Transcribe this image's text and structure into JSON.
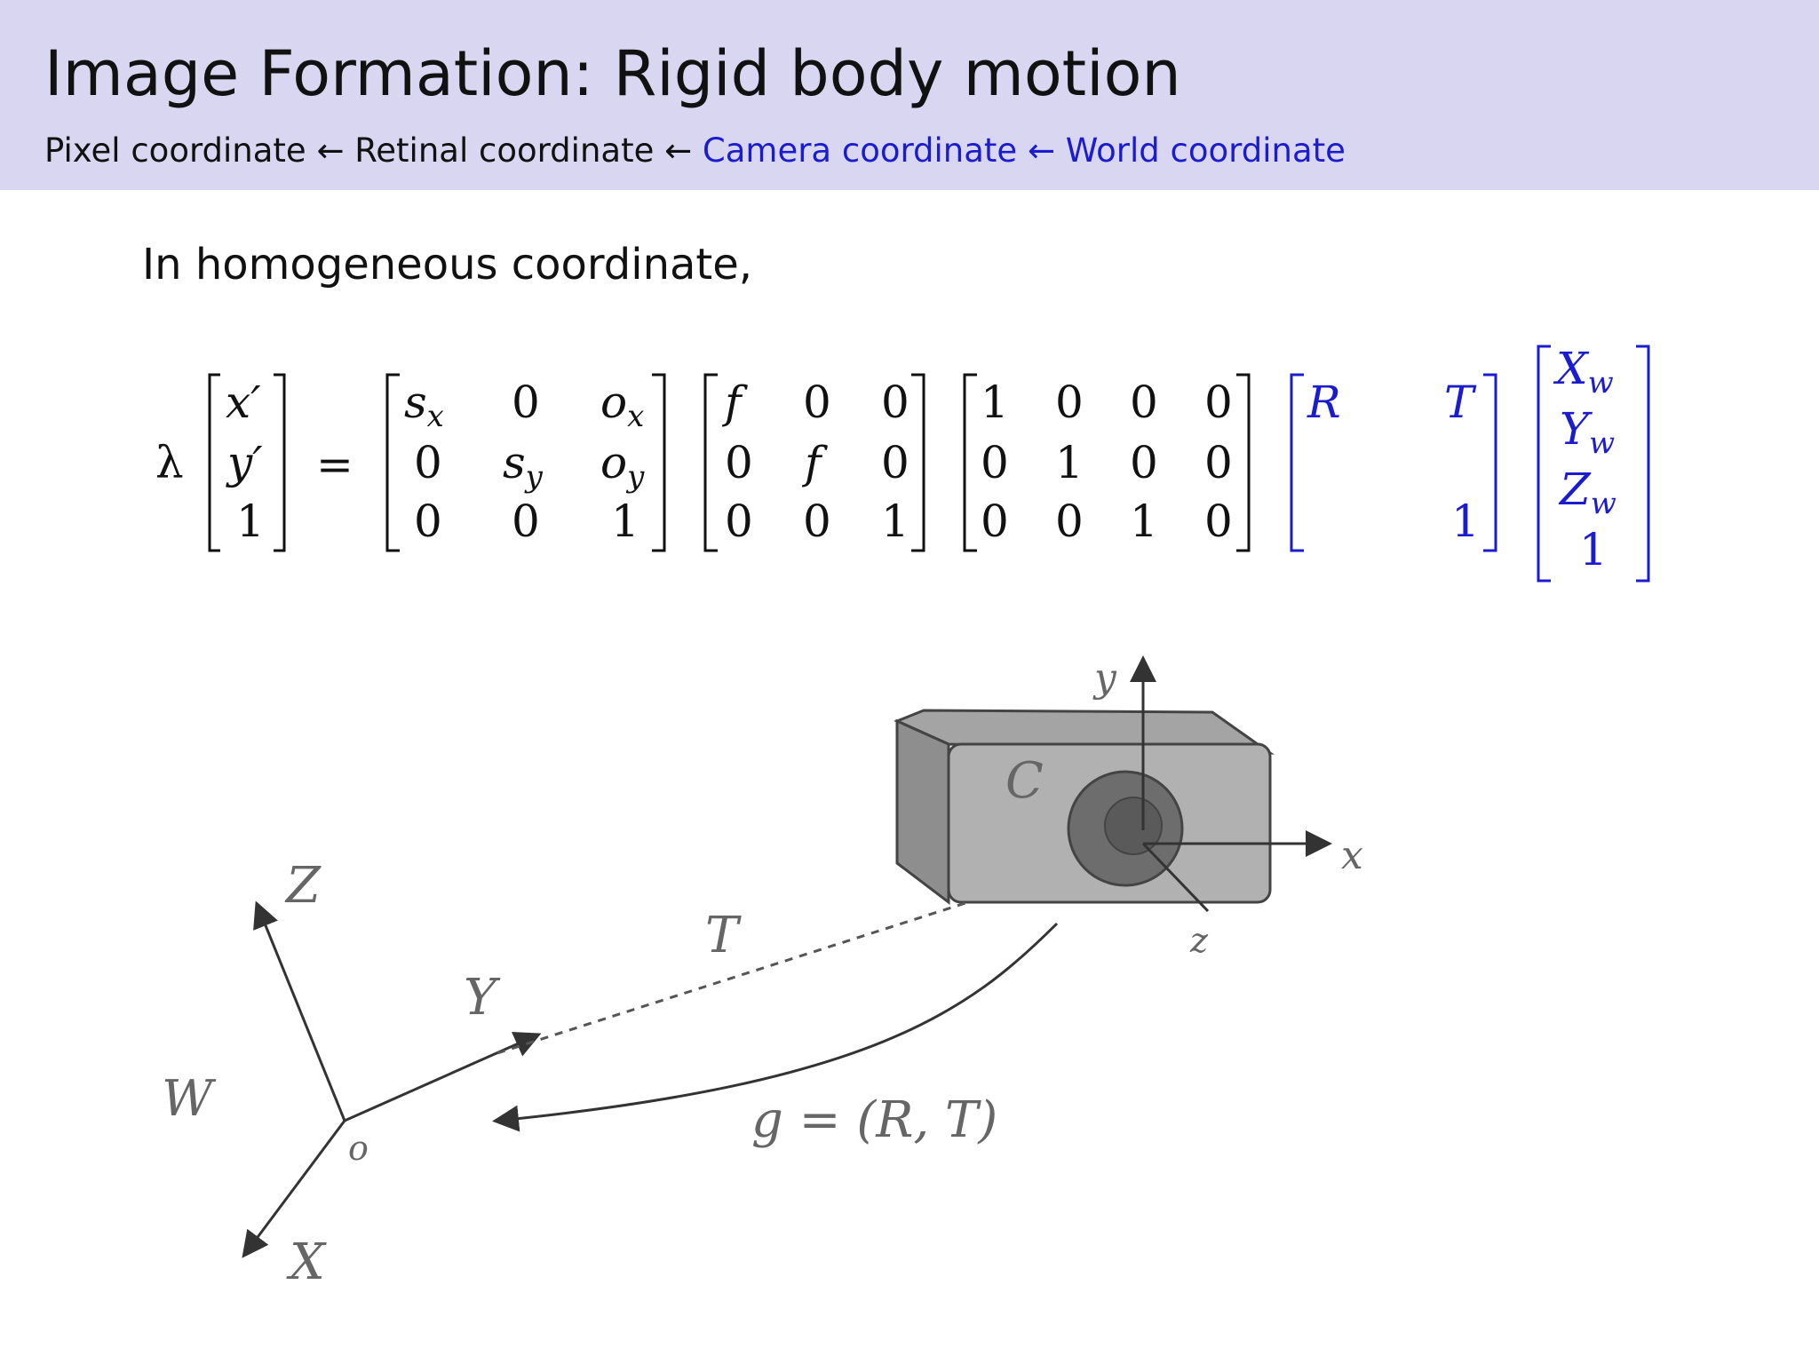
{
  "header": {
    "title": "Image Formation: Rigid body motion",
    "pipeline": [
      {
        "text": "Pixel coordinate",
        "highlight": false
      },
      {
        "text": "Retinal coordinate",
        "highlight": false
      },
      {
        "text": "Camera coordinate",
        "highlight": true
      },
      {
        "text": "World coordinate",
        "highlight": true
      }
    ],
    "arrow": "←"
  },
  "body": {
    "intro": "In homogeneous coordinate,"
  },
  "equation": {
    "scale": "λ",
    "equals": "=",
    "lhs": [
      "x′",
      "y′",
      "1"
    ],
    "m1": [
      [
        "s",
        "0",
        "o"
      ],
      [
        "0",
        "s",
        "o"
      ],
      [
        "0",
        "0",
        "1"
      ]
    ],
    "m2": [
      [
        "f",
        "0",
        "0"
      ],
      [
        "0",
        "f",
        "0"
      ],
      [
        "0",
        "0",
        "1"
      ]
    ],
    "m3": [
      [
        "1",
        "0",
        "0",
        "0"
      ],
      [
        "0",
        "1",
        "0",
        "0"
      ],
      [
        "0",
        "0",
        "1",
        "0"
      ]
    ],
    "m4": [
      "R",
      "T",
      "1"
    ],
    "rhs": [
      "X",
      "Y",
      "Z",
      "1"
    ],
    "sub_x": "x",
    "sub_y": "y",
    "sub_w": "w"
  },
  "diagram": {
    "world_frame": "W",
    "origin": "o",
    "X": "X",
    "Y": "Y",
    "Z": "Z",
    "camera": "C",
    "camera_x": "x",
    "camera_y": "y",
    "camera_z": "z",
    "translation": "T",
    "transform": "g = (R, T)"
  },
  "colors": {
    "header_bg": "#d8d6f1",
    "highlight": "#1c1ccf",
    "text": "#111111"
  }
}
